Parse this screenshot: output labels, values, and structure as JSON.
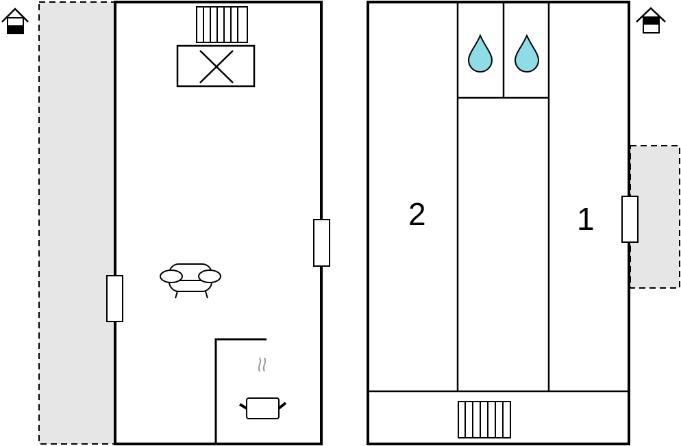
{
  "floors": [
    {
      "name": "ground-floor",
      "icon": "house-ground-floor-icon",
      "rooms": [
        "living-room",
        "kitchen"
      ],
      "fixtures": [
        "radiator",
        "fireplace",
        "sofa",
        "stove"
      ]
    },
    {
      "name": "upper-floor",
      "icon": "house-upper-floor-icon",
      "rooms": [
        {
          "label": "2"
        },
        {
          "label": "1"
        }
      ],
      "fixtures": [
        "shower",
        "shower",
        "radiator"
      ]
    }
  ],
  "colors": {
    "wall": "#000000",
    "terrace": "#e6e6e6",
    "water": "#8fdbe6",
    "steam": "#999999"
  }
}
